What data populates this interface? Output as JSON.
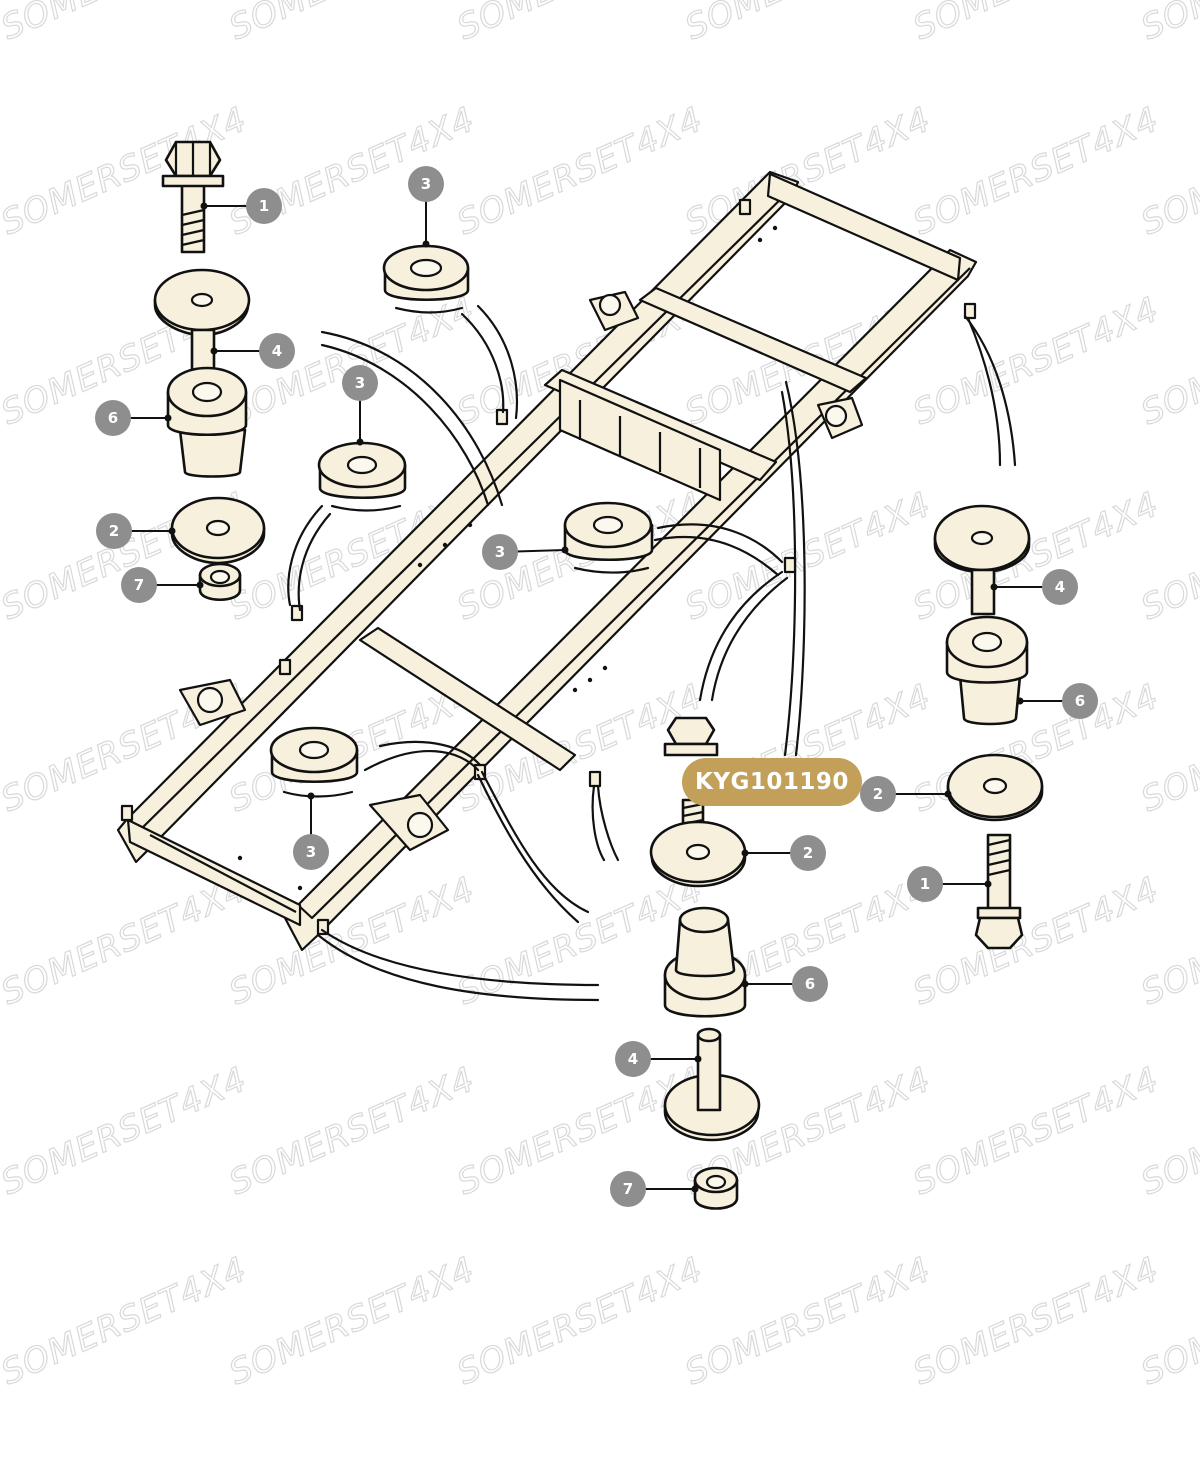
{
  "part_number": "KYG101190",
  "watermark": "SOMERSET4X4",
  "colors": {
    "callout_bubble": "#8e8e8e",
    "part_number_badge": "#c3a05a",
    "rubber_fill": "#f6f0dc",
    "watermark": "#d9d9d9"
  },
  "callouts": [
    "1",
    "4",
    "6",
    "2",
    "7",
    "3",
    "3",
    "3",
    "3",
    "4",
    "6",
    "2",
    "1",
    "2",
    "6",
    "4",
    "7"
  ]
}
